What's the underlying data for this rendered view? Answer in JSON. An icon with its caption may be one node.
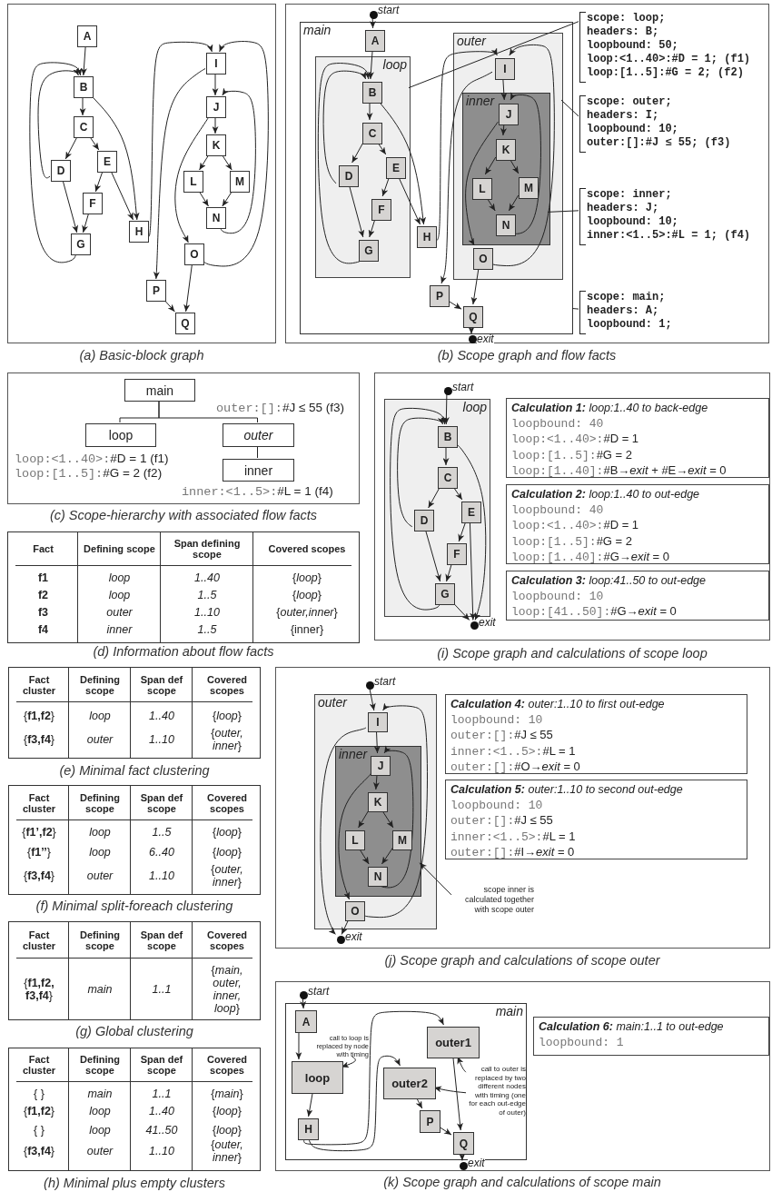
{
  "diagram": {
    "nodes": [
      {
        "text": [],
        "shape": "box"
      },
      {
        "text": [
          "A"
        ],
        "in": 0
      },
      {
        "text": [
          "B"
        ],
        "in": 0
      },
      {
        "text": [
          "C"
        ],
        "in": 0
      },
      {
        "text": [
          "D"
        ],
        "in": 0
      },
      {
        "text": [
          "E"
        ],
        "in": 0
      },
      {
        "text": [
          "F"
        ],
        "in": 0
      },
      {
        "text": [
          "G"
        ],
        "in": 0
      },
      {
        "text": [
          "H"
        ],
        "in": 0
      },
      {
        "text": [
          "I"
        ],
        "in": 0
      },
      {
        "text": [
          "J"
        ],
        "in": 0
      },
      {
        "text": [
          "K"
        ],
        "in": 0
      },
      {
        "text": [
          "L"
        ],
        "in": 0
      },
      {
        "text": [
          "M"
        ],
        "in": 0
      },
      {
        "text": [
          "N"
        ],
        "in": 0
      },
      {
        "text": [
          "O"
        ],
        "in": 0
      },
      {
        "text": [
          "P"
        ],
        "in": 0
      },
      {
        "text": [
          "Q"
        ],
        "in": 0
      },
      {
        "text": [],
        "shape": "box"
      },
      {
        "text": [],
        "shape": "circle",
        "beside": [
          "start"
        ],
        "in": 18
      },
      {
        "text": [
          "main"
        ],
        "in": 18
      },
      {
        "text": [
          "A"
        ],
        "in": 20
      },
      {
        "text": [
          "loop"
        ],
        "in": 20
      },
      {
        "text": [
          "B"
        ],
        "in": 22
      },
      {
        "text": [
          "C"
        ],
        "in": 22
      },
      {
        "text": [
          "D"
        ],
        "in": 22
      },
      {
        "text": [
          "E"
        ],
        "in": 22
      },
      {
        "text": [
          "F"
        ],
        "in": 22
      },
      {
        "text": [
          "G"
        ],
        "in": 22
      },
      {
        "text": [
          "H"
        ],
        "in": 20
      },
      {
        "text": [
          "outer"
        ],
        "in": 20
      },
      {
        "text": [
          "I"
        ],
        "in": 30
      },
      {
        "text": [
          "inner"
        ],
        "in": 30
      },
      {
        "text": [
          "J"
        ],
        "in": 32
      },
      {
        "text": [
          "K"
        ],
        "in": 32
      },
      {
        "text": [
          "L"
        ],
        "in": 32
      },
      {
        "text": [
          "M"
        ],
        "in": 32
      },
      {
        "text": [
          "N"
        ],
        "in": 32
      },
      {
        "text": [
          "O"
        ],
        "in": 30
      },
      {
        "text": [
          "P"
        ],
        "in": 20
      },
      {
        "text": [
          "Q"
        ],
        "in": 20
      },
      {
        "text": [],
        "shape": "circle",
        "beside": [
          "exit"
        ],
        "in": 18
      },
      {
        "text": [
          "scope: loop;",
          "headers: B;",
          "loopbound: 50;",
          "loop:<1..40>:#D = 1; (f1)",
          "loop:[1..5]:#G = 2; (f2)"
        ],
        "in": 18
      },
      {
        "text": [
          "scope: outer;",
          "headers: I;",
          "loopbound: 10;",
          "outer:[]:#J ≤ 55; (f3)"
        ],
        "in": 18
      },
      {
        "text": [
          "scope: inner;",
          "headers: J;",
          "loopbound: 10;",
          "inner:<1..5>:#L = 1; (f4)"
        ],
        "in": 18
      },
      {
        "text": [
          "scope: main;",
          "headers: A;",
          "loopbound: 1;"
        ],
        "in": 18
      },
      {
        "text": [],
        "shape": "box"
      },
      {
        "text": [
          "main"
        ],
        "in": 46
      },
      {
        "text": [
          "loop"
        ],
        "in": 46,
        "beside": [
          "loop:<1..40>:#D = 1 (f1)",
          "loop:[1..5]:#G = 2 (f2)"
        ]
      },
      {
        "text": [
          "outer"
        ],
        "in": 46,
        "beside": [
          "outer:[]:#J ≤ 55 (f3)"
        ]
      },
      {
        "text": [
          "inner"
        ],
        "in": 46,
        "beside": [
          "inner:<1..5>:#L = 1 (f4)"
        ]
      },
      {
        "text": [],
        "shape": "box"
      },
      {
        "text": [],
        "shape": "circle",
        "beside": [
          "start"
        ],
        "in": 51
      },
      {
        "text": [
          "loop"
        ],
        "in": 51
      },
      {
        "text": [
          "B"
        ],
        "in": 53
      },
      {
        "text": [
          "C"
        ],
        "in": 53
      },
      {
        "text": [
          "D"
        ],
        "in": 53
      },
      {
        "text": [
          "E"
        ],
        "in": 53
      },
      {
        "text": [
          "F"
        ],
        "in": 53
      },
      {
        "text": [
          "G"
        ],
        "in": 53
      },
      {
        "text": [],
        "shape": "circle",
        "beside": [
          "exit"
        ],
        "in": 51
      },
      {
        "text": [
          "**Calculation 1:** loop:1..40 to back-edge",
          "loopbound: 40",
          "loop:<1..40>:#D = 1",
          "loop:[1..5]:#G = 2",
          "loop:[1..40]:#B→*exit* + #E→*exit* = 0"
        ],
        "in": 51
      },
      {
        "text": [
          "**Calculation 2:** loop:1..40 to out-edge",
          "loopbound: 40",
          "loop:<1..40>:#D = 1",
          "loop:[1..5]:#G = 2",
          "loop:[1..40]:#G→*exit* = 0"
        ],
        "in": 51
      },
      {
        "text": [
          "**Calculation 3:** loop:41..50 to out-edge",
          "loopbound: 10",
          "loop:[41..50]:#G→*exit* = 0"
        ],
        "in": 51
      },
      {
        "text": [],
        "shape": "box"
      },
      {
        "text": [],
        "shape": "circle",
        "beside": [
          "start"
        ],
        "in": 64
      },
      {
        "text": [
          "outer"
        ],
        "in": 64
      },
      {
        "text": [
          "I"
        ],
        "in": 66
      },
      {
        "text": [
          "inner"
        ],
        "in": 66
      },
      {
        "text": [
          "J"
        ],
        "in": 68
      },
      {
        "text": [
          "K"
        ],
        "in": 68
      },
      {
        "text": [
          "L"
        ],
        "in": 68
      },
      {
        "text": [
          "M"
        ],
        "in": 68
      },
      {
        "text": [
          "N"
        ],
        "in": 68
      },
      {
        "text": [
          "O"
        ],
        "in": 66
      },
      {
        "text": [],
        "shape": "circle",
        "beside": [
          "exit"
        ],
        "in": 64
      },
      {
        "text": [
          "**Calculation 4:** outer:1..10 to first out-edge",
          "loopbound: 10",
          "outer:[]:#J ≤ 55",
          "inner:<1..5>:#L = 1",
          "outer:[]:#O→*exit* = 0"
        ],
        "in": 64
      },
      {
        "text": [
          "**Calculation 5:** outer:1..10 to second out-edge",
          "loopbound: 10",
          "outer:[]:#J ≤ 55",
          "inner:<1..5>:#L = 1",
          "outer:[]:#I→*exit* = 0"
        ],
        "in": 64
      },
      {
        "text": [
          "scope inner is calculated together with scope outer"
        ],
        "in": 64
      },
      {
        "text": [],
        "shape": "box"
      },
      {
        "text": [],
        "shape": "circle",
        "beside": [
          "start"
        ],
        "in": 79
      },
      {
        "text": [
          "main"
        ],
        "in": 79
      },
      {
        "text": [
          "A"
        ],
        "in": 81
      },
      {
        "text": [
          "loop"
        ],
        "in": 81
      },
      {
        "text": [
          "H"
        ],
        "in": 81
      },
      {
        "text": [
          "outer1"
        ],
        "in": 81
      },
      {
        "text": [
          "outer2"
        ],
        "in": 81
      },
      {
        "text": [
          "P"
        ],
        "in": 81
      },
      {
        "text": [
          "Q"
        ],
        "in": 81
      },
      {
        "text": [],
        "shape": "circle",
        "beside": [
          "exit"
        ],
        "in": 79
      },
      {
        "text": [
          "call to loop is replaced by node with timing"
        ],
        "in": 81
      },
      {
        "text": [
          "call to outer is replaced by two different nodes with timing (one for each out-edge of outer)"
        ],
        "in": 81
      },
      {
        "text": [
          "**Calculation 6:** main:1..1 to out-edge",
          "loopbound: 1"
        ],
        "in": 79
      }
    ],
    "edges": [
      {
        "from": 1,
        "to": 2,
        "arrow": "to"
      },
      {
        "from": 2,
        "to": 3,
        "arrow": "to"
      },
      {
        "from": 3,
        "to": 4,
        "arrow": "to"
      },
      {
        "from": 3,
        "to": 5,
        "arrow": "to"
      },
      {
        "from": 4,
        "to": 7,
        "arrow": "to"
      },
      {
        "from": 5,
        "to": 6,
        "arrow": "to"
      },
      {
        "from": 6,
        "to": 7,
        "arrow": "to"
      },
      {
        "from": 4,
        "to": 2,
        "arrow": "to"
      },
      {
        "from": 7,
        "to": 2,
        "arrow": "to"
      },
      {
        "from": 2,
        "to": 8,
        "arrow": "to"
      },
      {
        "from": 5,
        "to": 8,
        "arrow": "to"
      },
      {
        "from": 8,
        "to": 9,
        "arrow": "to"
      },
      {
        "from": 9,
        "to": 10,
        "arrow": "to"
      },
      {
        "from": 10,
        "to": 11,
        "arrow": "to"
      },
      {
        "from": 11,
        "to": 12,
        "arrow": "to"
      },
      {
        "from": 11,
        "to": 13,
        "arrow": "to"
      },
      {
        "from": 12,
        "to": 14,
        "arrow": "to"
      },
      {
        "from": 13,
        "to": 14,
        "arrow": "to"
      },
      {
        "from": 14,
        "to": 10,
        "arrow": "to"
      },
      {
        "from": 10,
        "to": 15,
        "arrow": "to"
      },
      {
        "from": 15,
        "to": 9,
        "arrow": "to"
      },
      {
        "from": 9,
        "to": 16,
        "arrow": "to"
      },
      {
        "from": 15,
        "to": 17,
        "arrow": "to"
      },
      {
        "from": 16,
        "to": 17,
        "arrow": "to"
      },
      {
        "from": 19,
        "to": 21,
        "arrow": "to"
      },
      {
        "from": 21,
        "to": 23,
        "arrow": "to"
      },
      {
        "from": 23,
        "to": 24,
        "arrow": "to"
      },
      {
        "from": 24,
        "to": 25,
        "arrow": "to"
      },
      {
        "from": 24,
        "to": 26,
        "arrow": "to"
      },
      {
        "from": 25,
        "to": 28,
        "arrow": "to"
      },
      {
        "from": 26,
        "to": 27,
        "arrow": "to"
      },
      {
        "from": 27,
        "to": 28,
        "arrow": "to"
      },
      {
        "from": 25,
        "to": 23,
        "arrow": "to"
      },
      {
        "from": 28,
        "to": 23,
        "arrow": "to"
      },
      {
        "from": 23,
        "to": 29,
        "arrow": "to"
      },
      {
        "from": 26,
        "to": 29,
        "arrow": "to"
      },
      {
        "from": 29,
        "to": 31,
        "arrow": "to"
      },
      {
        "from": 31,
        "to": 33,
        "arrow": "to"
      },
      {
        "from": 33,
        "to": 34,
        "arrow": "to"
      },
      {
        "from": 34,
        "to": 35,
        "arrow": "to"
      },
      {
        "from": 34,
        "to": 36,
        "arrow": "to"
      },
      {
        "from": 35,
        "to": 37,
        "arrow": "to"
      },
      {
        "from": 36,
        "to": 37,
        "arrow": "to"
      },
      {
        "from": 37,
        "to": 33,
        "arrow": "to"
      },
      {
        "from": 33,
        "to": 38,
        "arrow": "to"
      },
      {
        "from": 38,
        "to": 31,
        "arrow": "to"
      },
      {
        "from": 31,
        "to": 39,
        "arrow": "to"
      },
      {
        "from": 38,
        "to": 40,
        "arrow": "to"
      },
      {
        "from": 39,
        "to": 40,
        "arrow": "to"
      },
      {
        "from": 40,
        "to": 41,
        "arrow": "to"
      },
      {
        "from": 42,
        "to": 22,
        "arrow": "none"
      },
      {
        "from": 43,
        "to": 30,
        "arrow": "none"
      },
      {
        "from": 44,
        "to": 32,
        "arrow": "none"
      },
      {
        "from": 45,
        "to": 20,
        "arrow": "none"
      },
      {
        "from": 47,
        "to": 48,
        "arrow": "none"
      },
      {
        "from": 47,
        "to": 49,
        "arrow": "none"
      },
      {
        "from": 49,
        "to": 50,
        "arrow": "none"
      },
      {
        "from": 52,
        "to": 54,
        "arrow": "to"
      },
      {
        "from": 54,
        "to": 55,
        "arrow": "to"
      },
      {
        "from": 55,
        "to": 56,
        "arrow": "to"
      },
      {
        "from": 55,
        "to": 57,
        "arrow": "to"
      },
      {
        "from": 56,
        "to": 59,
        "arrow": "to"
      },
      {
        "from": 57,
        "to": 58,
        "arrow": "to"
      },
      {
        "from": 58,
        "to": 59,
        "arrow": "to"
      },
      {
        "from": 56,
        "to": 54,
        "arrow": "to"
      },
      {
        "from": 59,
        "to": 54,
        "arrow": "to"
      },
      {
        "from": 54,
        "to": 60,
        "arrow": "to"
      },
      {
        "from": 57,
        "to": 60,
        "arrow": "to"
      },
      {
        "from": 59,
        "to": 60,
        "arrow": "to"
      },
      {
        "from": 65,
        "to": 67,
        "arrow": "to"
      },
      {
        "from": 67,
        "to": 69,
        "arrow": "to"
      },
      {
        "from": 69,
        "to": 70,
        "arrow": "to"
      },
      {
        "from": 70,
        "to": 71,
        "arrow": "to"
      },
      {
        "from": 70,
        "to": 72,
        "arrow": "to"
      },
      {
        "from": 71,
        "to": 73,
        "arrow": "to"
      },
      {
        "from": 72,
        "to": 73,
        "arrow": "to"
      },
      {
        "from": 73,
        "to": 69,
        "arrow": "to"
      },
      {
        "from": 69,
        "to": 74,
        "arrow": "to"
      },
      {
        "from": 74,
        "to": 67,
        "arrow": "to"
      },
      {
        "from": 67,
        "to": 75,
        "arrow": "to"
      },
      {
        "from": 74,
        "to": 75,
        "arrow": "to"
      },
      {
        "from": 78,
        "to": 68,
        "arrow": "to"
      },
      {
        "from": 80,
        "to": 82,
        "arrow": "to"
      },
      {
        "from": 82,
        "to": 83,
        "arrow": "to"
      },
      {
        "from": 83,
        "to": 84,
        "arrow": "to"
      },
      {
        "from": 84,
        "to": 85,
        "arrow": "to"
      },
      {
        "from": 84,
        "to": 86,
        "arrow": "to"
      },
      {
        "from": 85,
        "to": 88,
        "arrow": "to"
      },
      {
        "from": 86,
        "to": 87,
        "arrow": "to"
      },
      {
        "from": 87,
        "to": 88,
        "arrow": "to"
      },
      {
        "from": 88,
        "to": 89,
        "arrow": "to"
      },
      {
        "from": 90,
        "to": 83,
        "arrow": "to"
      },
      {
        "from": 91,
        "to": 85,
        "arrow": "to"
      },
      {
        "from": 91,
        "to": 86,
        "arrow": "to"
      }
    ],
    "labels": [
      "(a) Basic-block graph",
      "(b) Scope graph and flow facts",
      "(c) Scope-hierarchy with associated flow facts",
      "Fact",
      "Defining scope",
      "Span defining scope",
      "Covered scopes",
      "f1",
      "loop",
      "1..40",
      "{*loop*}",
      "f2",
      "loop",
      "1..5",
      "{*loop*}",
      "f3",
      "outer",
      "1..10",
      "{*outer,inner*}",
      "f4",
      "inner",
      "1..5",
      "{inner}",
      "(d) Information about flow facts",
      "(i) Scope graph and calculations of scope loop",
      "Fact cluster",
      "Defining scope",
      "Span def scope",
      "Covered scopes",
      "{**f1,f2**}",
      "loop",
      "1..40",
      "{*loop*}",
      "{**f3,f4**}",
      "outer",
      "1..10",
      "{*outer, inner*}",
      "(e) Minimal fact clustering",
      "Fact cluster",
      "Defining scope",
      "Span def scope",
      "Covered scopes",
      "{**f1’,f2**}",
      "loop",
      "1..5",
      "{*loop*}",
      "{**f1’’**}",
      "loop",
      "6..40",
      "{*loop*}",
      "{**f3,f4**}",
      "outer",
      "1..10",
      "{*outer, inner*}",
      "(f) Minimal split-foreach clustering",
      "(j) Scope graph and calculations of scope outer",
      "Fact cluster",
      "Defining scope",
      "Span def scope",
      "Covered scopes",
      "{**f1,f2, f3,f4**}",
      "main",
      "1..1",
      "{*main, outer, inner, loop*}",
      "(g) Global clustering",
      "Fact cluster",
      "Defining scope",
      "Span def scope",
      "Covered scopes",
      "{ }",
      "main",
      "1..1",
      "{*main*}",
      "{**f1,f2**}",
      "loop",
      "1..40",
      "{*loop*}",
      "{ }",
      "loop",
      "41..50",
      "{*loop*}",
      "{**f3,f4**}",
      "outer",
      "1..10",
      "{*outer, inner*}",
      "(h) Minimal plus empty clusters",
      "(k) Scope graph and calculations of scope main"
    ]
  }
}
